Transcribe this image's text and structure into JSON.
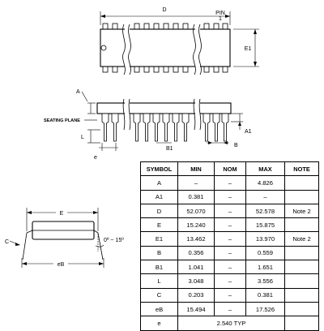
{
  "labels": {
    "d": "D",
    "pin": "PIN",
    "pin_num": "1",
    "e1": "E1",
    "a": "A",
    "seating_plane": "SEATING PLANE",
    "l": "L",
    "e": "e",
    "b1": "B1",
    "a1": "A1",
    "b": "B",
    "e_upper": "E",
    "c": "C",
    "angle": "0º ~ 15º",
    "eb": "eB"
  },
  "table": {
    "headers": [
      "SYMBOL",
      "MIN",
      "NOM",
      "MAX",
      "NOTE"
    ],
    "rows": [
      [
        "A",
        "–",
        "–",
        "4.826",
        ""
      ],
      [
        "A1",
        "0.381",
        "–",
        "–",
        ""
      ],
      [
        "D",
        "52.070",
        "–",
        "52.578",
        "Note 2"
      ],
      [
        "E",
        "15.240",
        "–",
        "15.875",
        ""
      ],
      [
        "E1",
        "13.462",
        "–",
        "13.970",
        "Note 2"
      ],
      [
        "B",
        "0.356",
        "–",
        "0.559",
        ""
      ],
      [
        "B1",
        "1.041",
        "–",
        "1.651",
        ""
      ],
      [
        "L",
        "3.048",
        "–",
        "3.556",
        ""
      ],
      [
        "C",
        "0.203",
        "–",
        "0.381",
        ""
      ],
      [
        "eB",
        "15.494",
        "–",
        "17.526",
        ""
      ]
    ],
    "last_row": {
      "symbol": "e",
      "value": "2.540 TYP"
    }
  }
}
